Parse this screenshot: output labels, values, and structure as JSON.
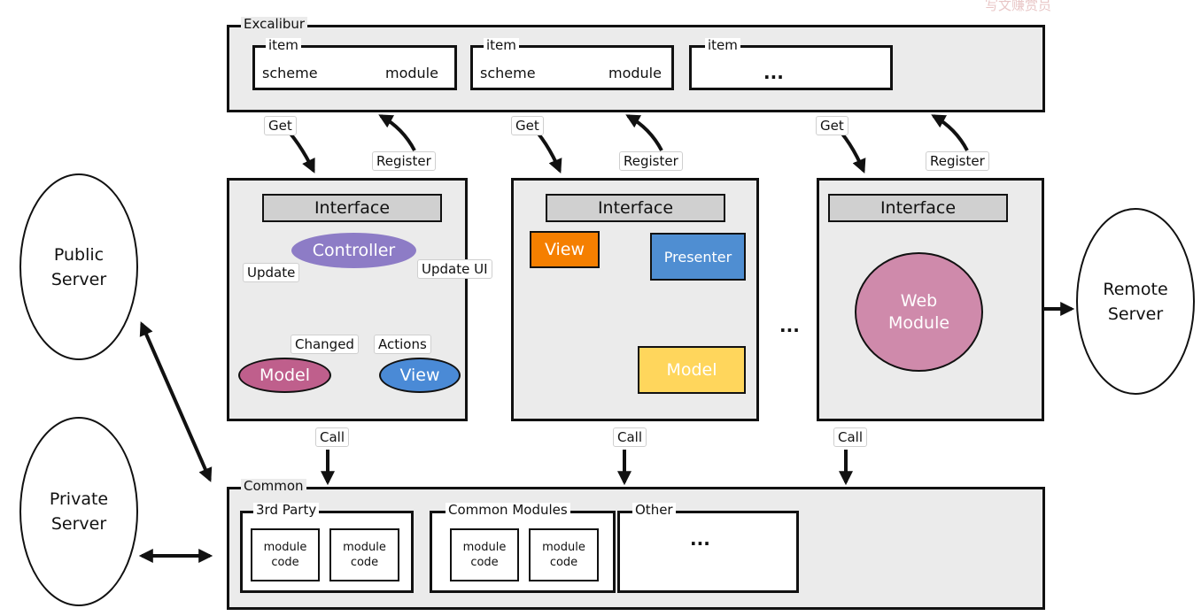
{
  "watermark": "写文赚赏员",
  "excalibur": {
    "label": "Excalibur",
    "items": [
      {
        "label": "item",
        "left": "scheme",
        "right": "module"
      },
      {
        "label": "item",
        "left": "scheme",
        "right": "module"
      },
      {
        "label": "item",
        "content": "..."
      }
    ]
  },
  "edges": {
    "get": "Get",
    "register": "Register",
    "call": "Call"
  },
  "mvc": {
    "interface": "Interface",
    "controller": "Controller",
    "model": "Model",
    "view": "View",
    "update": "Update",
    "update_ui": "Update UI",
    "changed": "Changed",
    "actions": "Actions"
  },
  "mvp": {
    "interface": "Interface",
    "view": "View",
    "presenter": "Presenter",
    "model": "Model"
  },
  "web": {
    "interface": "Interface",
    "module_line1": "Web",
    "module_line2": "Module"
  },
  "between_ellipsis": "...",
  "servers": {
    "public": [
      "Public",
      "Server"
    ],
    "private": [
      "Private",
      "Server"
    ],
    "remote": [
      "Remote",
      "Server"
    ]
  },
  "common": {
    "label": "Common",
    "groups": [
      {
        "label": "3rd Party",
        "modules": [
          [
            "module",
            "code"
          ],
          [
            "module",
            "code"
          ]
        ]
      },
      {
        "label": "Common Modules",
        "modules": [
          [
            "module",
            "code"
          ],
          [
            "module",
            "code"
          ]
        ]
      },
      {
        "label": "Other",
        "content": "..."
      }
    ]
  },
  "colors": {
    "panel_bg": "#ebebeb",
    "interface_bg": "#d0d0d0",
    "controller": "#8d7cc6",
    "model_mvc": "#bf5f8c",
    "view_mvc": "#4a8ad6",
    "view_mvp": "#f57f00",
    "presenter": "#4f8ed2",
    "model_mvp": "#ffd65c",
    "web_module": "#cf8aab"
  }
}
